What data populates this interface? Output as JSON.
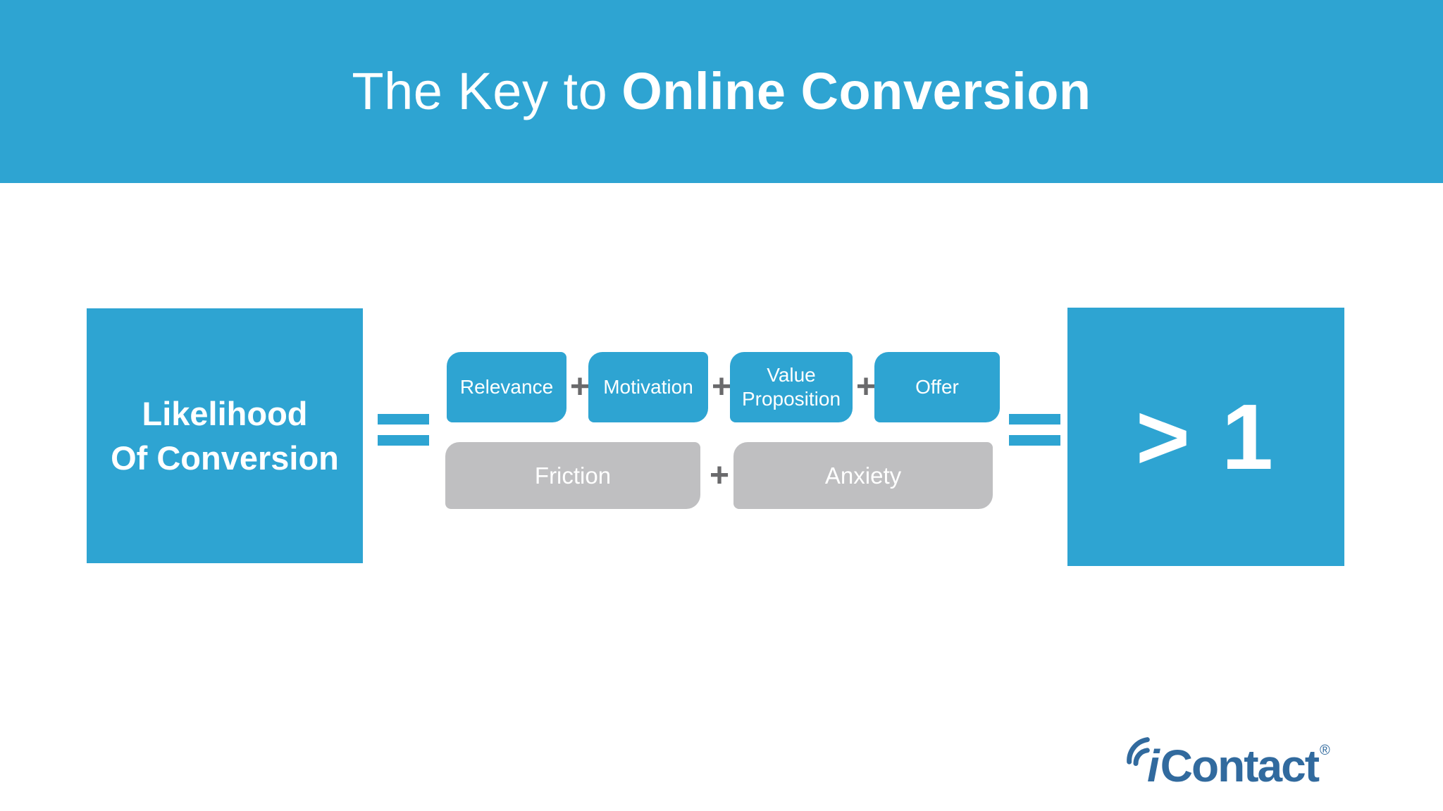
{
  "slide": {
    "title": {
      "light": "The Key to",
      "bold": "Online Conversion"
    }
  },
  "formula": {
    "result": {
      "line1": "Likelihood",
      "line2": "Of Conversion"
    },
    "equals_symbol": "=",
    "plus_symbol": "+",
    "numerator_terms": [
      "Relevance",
      "Motivation",
      "Value Proposition",
      "Offer"
    ],
    "denominator_terms": [
      "Friction",
      "Anxiety"
    ],
    "outcome": "> 1"
  },
  "logo": {
    "brand_i": "i",
    "brand_rest": "Contact",
    "registered": "®"
  },
  "colors": {
    "accent_blue": "#2ea4d2",
    "muted_gray": "#bfbfc1",
    "operator_gray": "#6a6a6c",
    "logo_blue": "#316a9e",
    "text_white": "#ffffff"
  }
}
